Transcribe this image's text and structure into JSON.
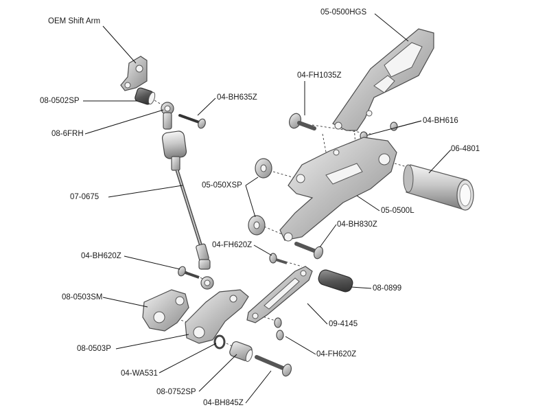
{
  "labels": {
    "oem_shift_arm": "OEM Shift Arm",
    "p_08_0502sp": "08-0502SP",
    "p_08_6frh": "08-6FRH",
    "p_04_bh635z": "04-BH635Z",
    "p_07_0675": "07-0675",
    "p_04_bh620z": "04-BH620Z",
    "p_08_0503sm": "08-0503SM",
    "p_08_0503p": "08-0503P",
    "p_04_wa531": "04-WA531",
    "p_08_0752sp": "08-0752SP",
    "p_04_bh845z": "04-BH845Z",
    "p_05_0500hgs": "05-0500HGS",
    "p_04_fh1035z": "04-FH1035Z",
    "p_04_bh616": "04-BH616",
    "p_06_4801": "06-4801",
    "p_05_050xsp": "05-050XSP",
    "p_05_0500l": "05-0500L",
    "p_04_bh830z": "04-BH830Z",
    "p_04_fh620z_top": "04-FH620Z",
    "p_08_0899": "08-0899",
    "p_09_4145": "09-4145",
    "p_04_fh620z_bottom": "04-FH620Z"
  },
  "colors": {
    "line": "#111111",
    "metal_light": "#e6e6e6",
    "metal_dark": "#8a8a8a",
    "background": "#ffffff"
  }
}
